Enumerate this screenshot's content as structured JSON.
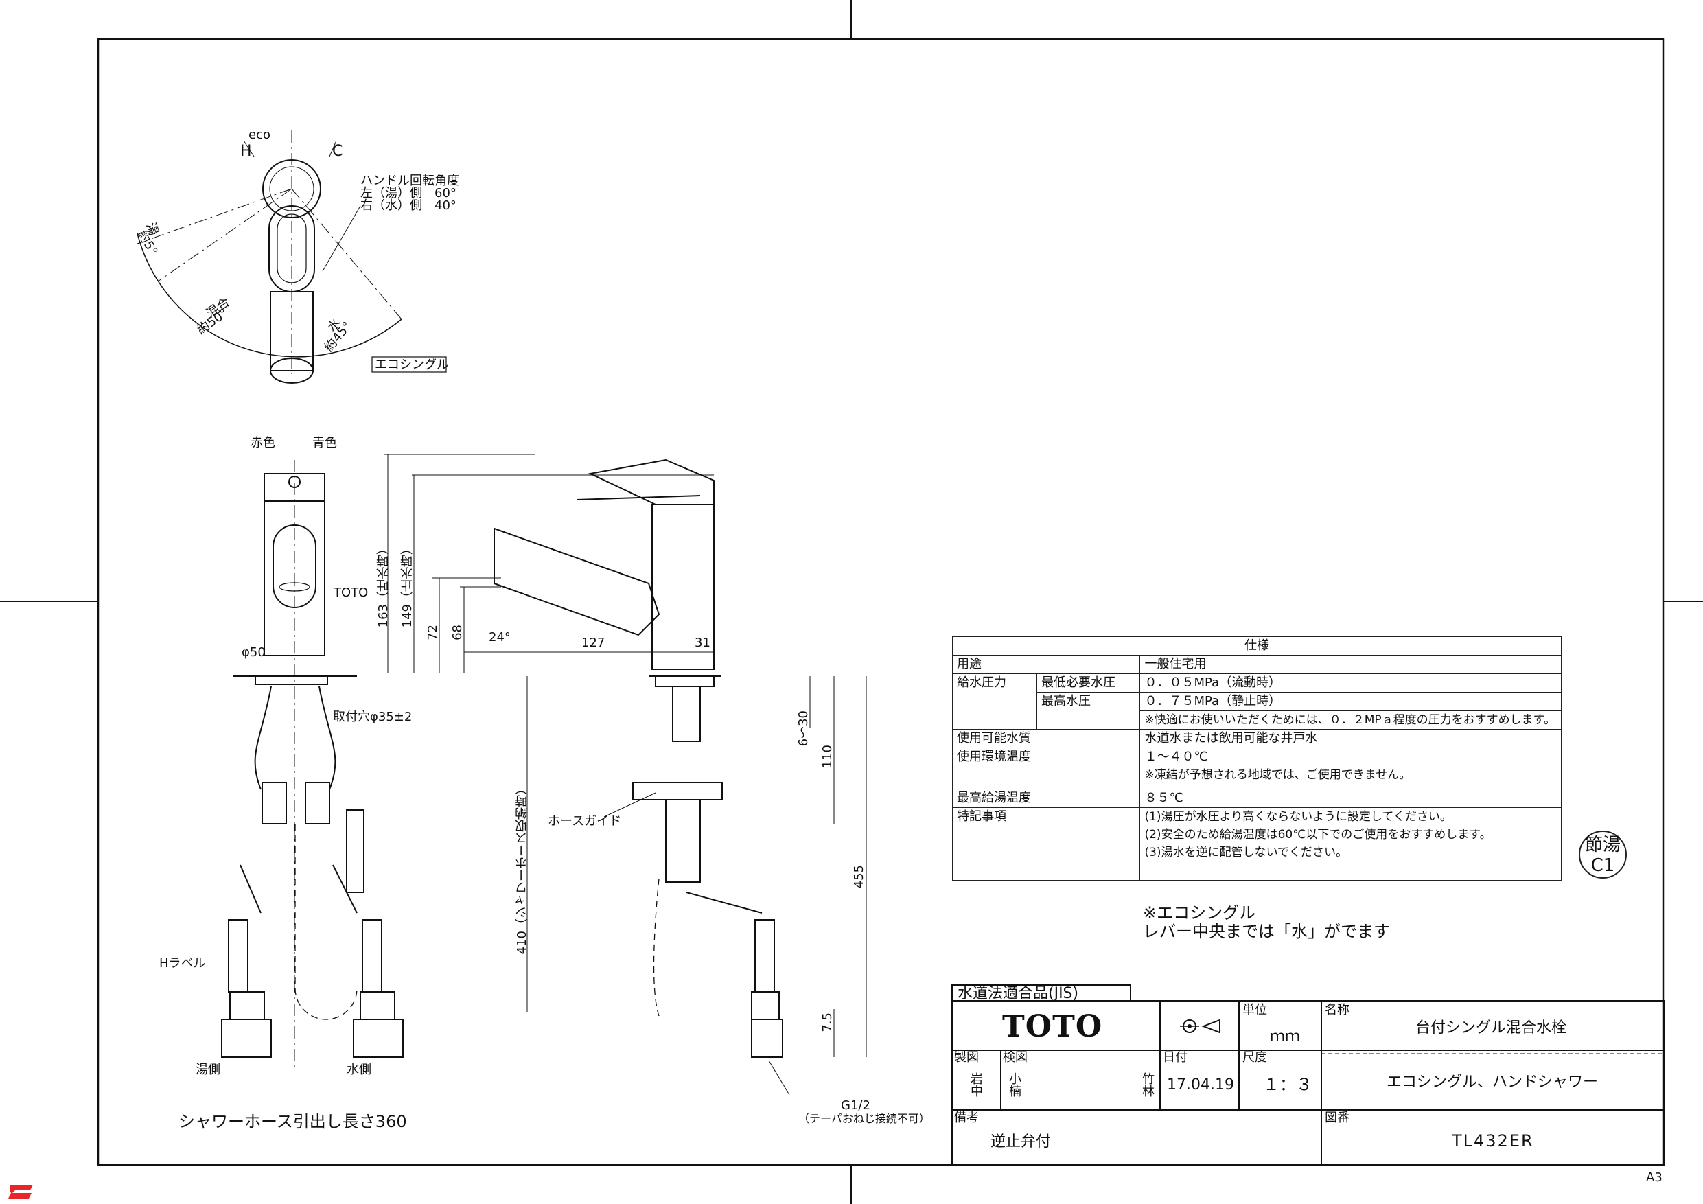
{
  "top_view": {
    "eco": "eco",
    "h": "H",
    "c": "C",
    "rotation_title": "ハンドル回転角度",
    "rotation_left": "左（湯）側　60°",
    "rotation_right": "右（水）側　40°",
    "hot_angle": "湯",
    "hot_angle_val": "約5°",
    "mix_angle": "混合",
    "mix_angle_val": "約50°",
    "water_angle": "水",
    "water_angle_val": "約45°",
    "eco_single_box": "エコシングル"
  },
  "front_view": {
    "red": "赤色",
    "blue": "青色",
    "toto_label": "TOTO",
    "dia50": "φ50",
    "mount_hole": "取付穴φ35±2",
    "h_label": "Hラベル",
    "hot_side": "湯側",
    "water_side": "水側",
    "hose_length": "シャワーホース引出し長さ360"
  },
  "side_view": {
    "dim163": "163（吐水時）",
    "dim149": "149（止水時）",
    "dim72": "72",
    "dim68": "68",
    "angle24": "24°",
    "dim127": "127",
    "dim31": "31",
    "dim410": "410（シャワーホース収納時）",
    "hose_guide": "ホースガイド",
    "dim6_30": "6〜30",
    "dim110": "110",
    "dim455": "455",
    "dim7_5": "7.5",
    "thread": "G1/2",
    "thread_note": "（テーパおねじ接続不可）"
  },
  "spec": {
    "title": "仕様",
    "rows": {
      "use_label": "用途",
      "use_value": "一般住宅用",
      "pressure_label": "給水圧力",
      "min_pressure_label": "最低必要水圧",
      "min_pressure_value": "０．０５MPa（流動時）",
      "max_pressure_label": "最高水圧",
      "max_pressure_value": "０．７５MPa（静止時）",
      "pressure_note": "※快適にお使いいただくためには、０．２MPａ程度の圧力をおすすめします。",
      "water_label": "使用可能水質",
      "water_value": "水道水または飲用可能な井戸水",
      "temp_label": "使用環境温度",
      "temp_value": "１〜４０℃",
      "temp_note": "※凍結が予想される地域では、ご使用できません。",
      "hot_temp_label": "最高給湯温度",
      "hot_temp_value": "８５℃",
      "special_label": "特記事項",
      "special_1": "(1)湯圧が水圧より高くならないように設定してください。",
      "special_2": "(2)安全のため給湯温度は60℃以下でのご使用をおすすめします。",
      "special_3": "(3)湯水を逆に配管しないでください。"
    }
  },
  "seal": {
    "line1": "節湯",
    "line2": "C1"
  },
  "eco_note": {
    "line1": "※エコシングル",
    "line2": "レバー中央までは「水」がでます"
  },
  "title_block": {
    "jis": "水道法適合品(JIS)",
    "brand": "TOTO",
    "unit_label": "単位",
    "unit_value": "ｍｍ",
    "name_label": "名称",
    "name_value": "台付シングル混合水栓",
    "sub_value": "エコシングル、ハンドシャワー",
    "drawn_label": "製図",
    "drawn_value": "岩中",
    "checked_label": "検図",
    "checked_value1": "小楠",
    "checked_value2": "竹林",
    "date_label": "日付",
    "date_value": "17.04.19",
    "scale_label": "尺度",
    "scale_value": "１：３",
    "remarks_label": "備考",
    "remarks_value": "逆止弁付",
    "drawing_no_label": "図番",
    "drawing_no_value": "TL432ER"
  },
  "sheet_size": "A3"
}
